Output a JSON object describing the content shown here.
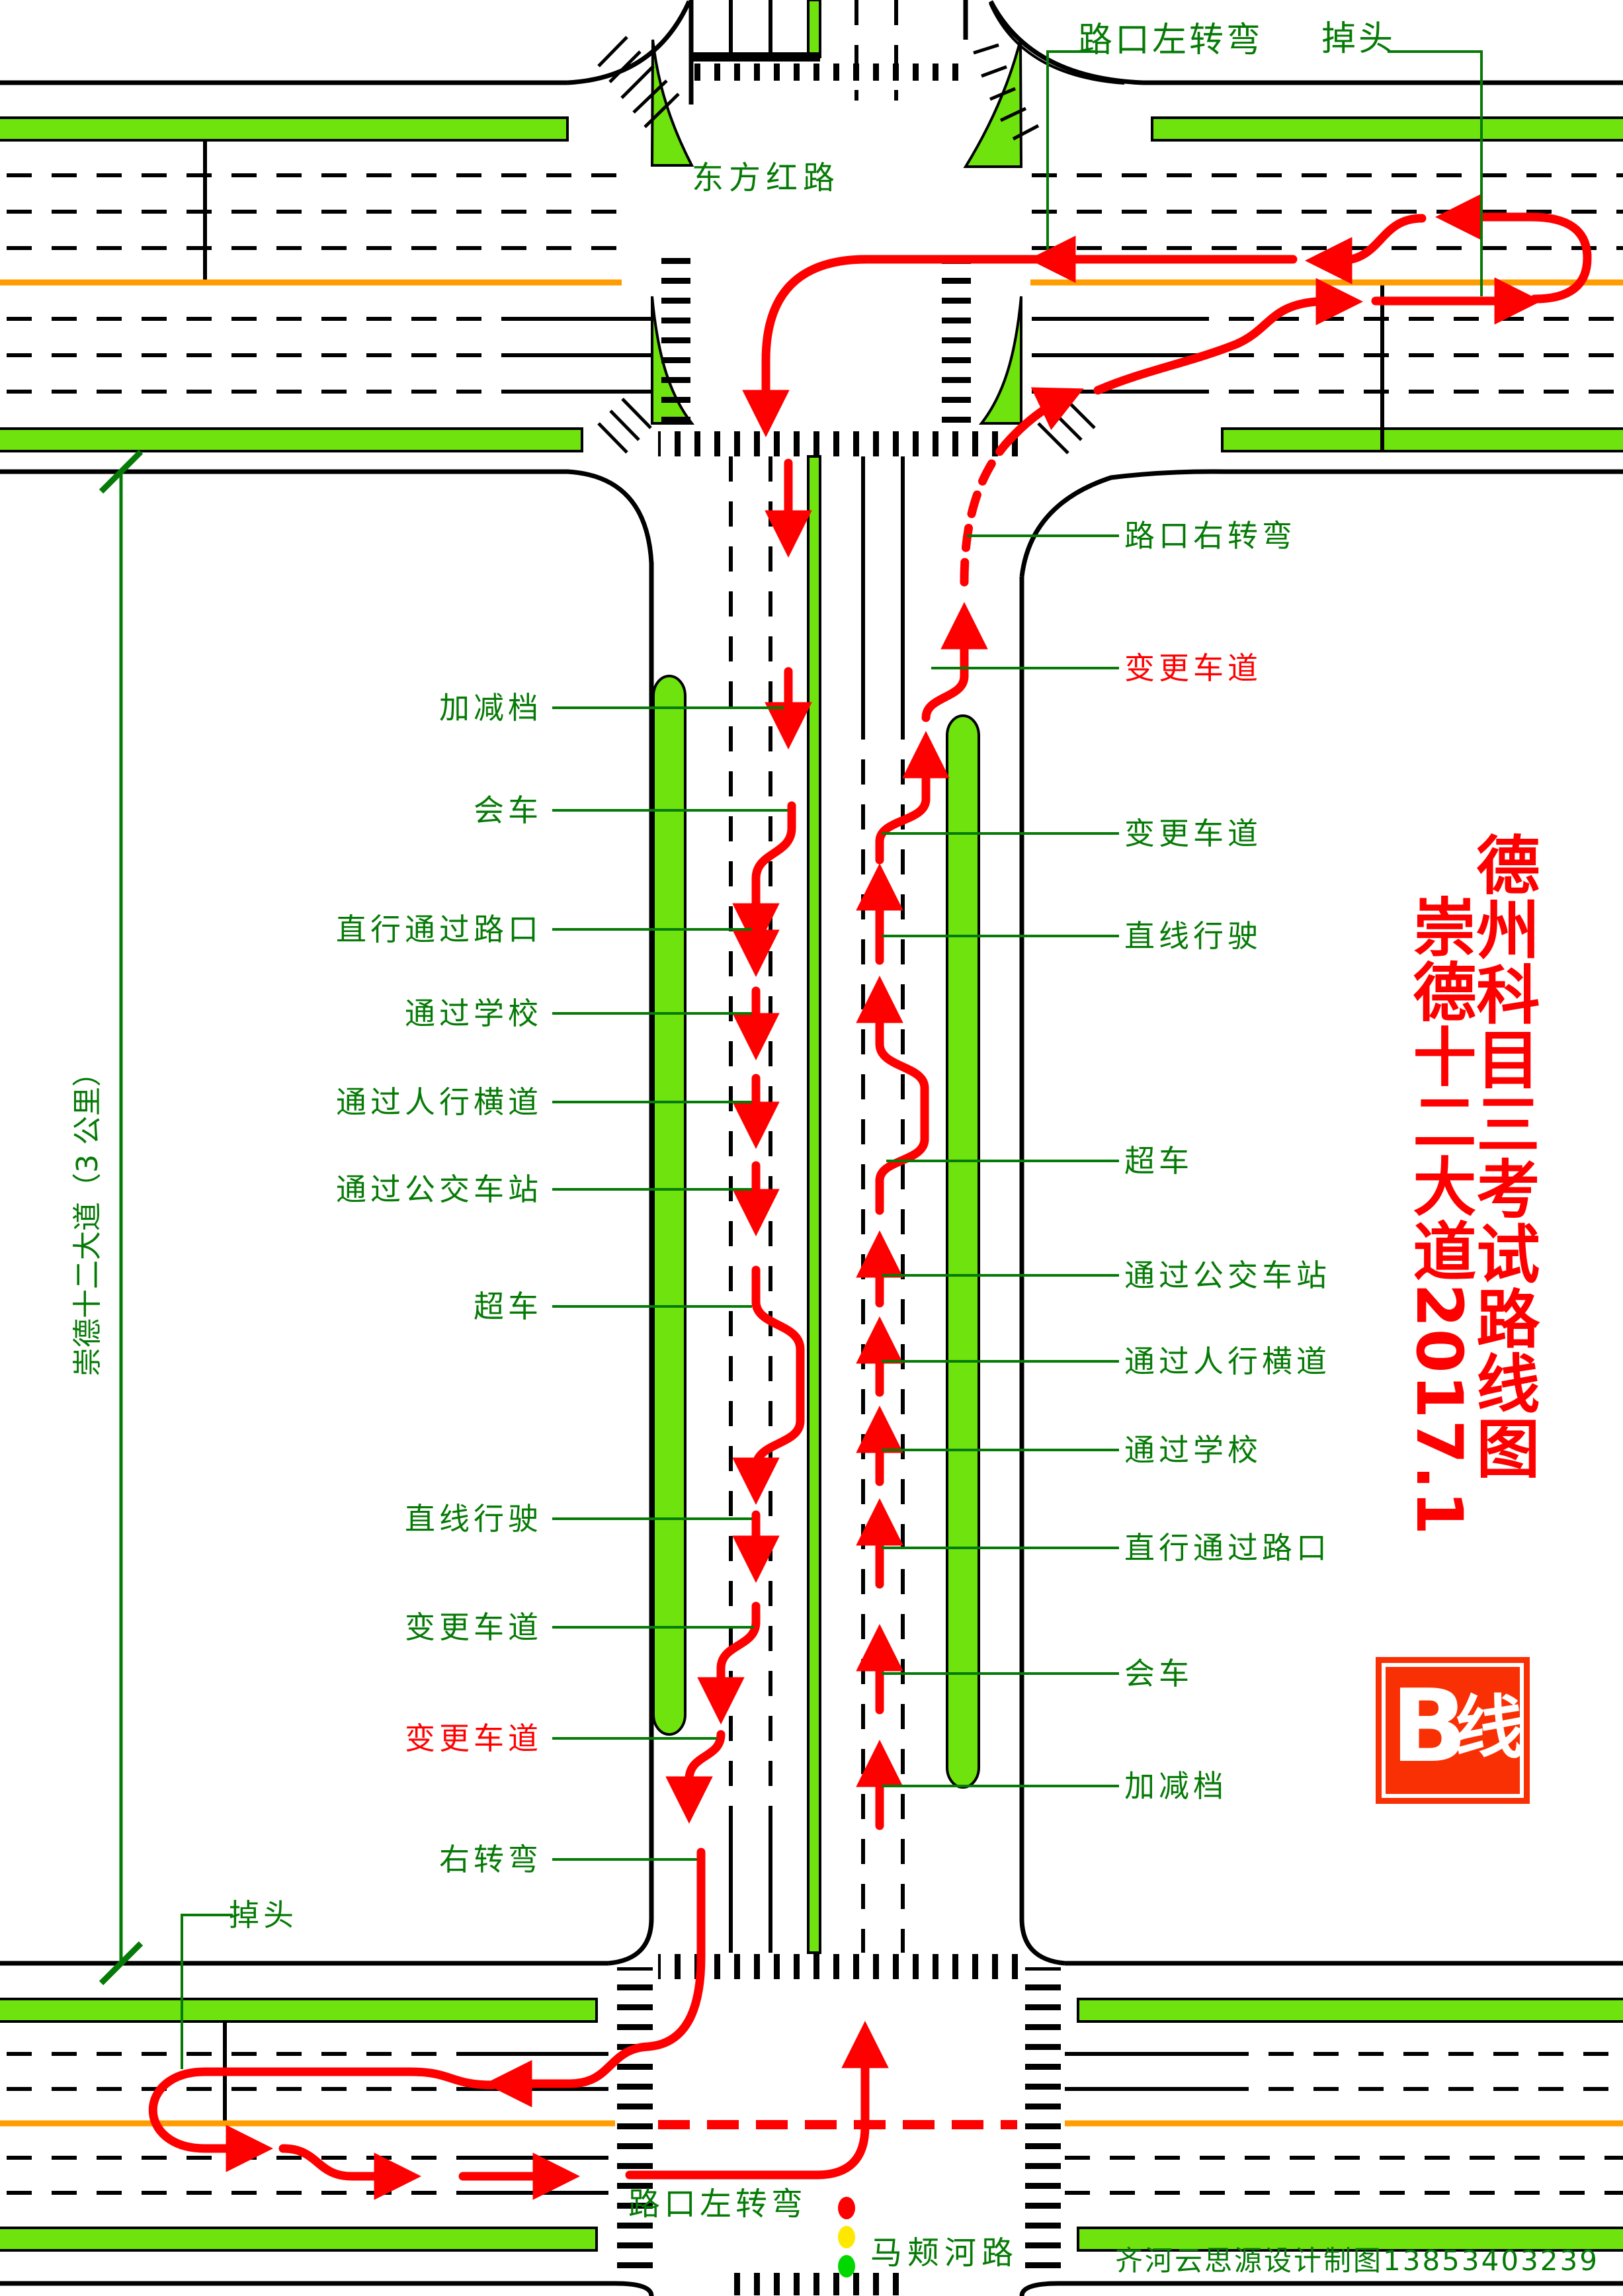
{
  "title": {
    "line1": "德州科目三考试路线图",
    "line2": "崇德十二大道2017.1",
    "color": "#FF0000"
  },
  "roads": {
    "top_road": "东方红路",
    "bottom_road": "马颊河路",
    "dimension_note": "崇德十二大道（3 公里）"
  },
  "badge": {
    "letter": "B",
    "suffix": "线",
    "bg_color": "#FA3005",
    "text_color": "#FFFFFF"
  },
  "credit": "齐河云思源设计制图13853403239",
  "top_labels": {
    "corner_left_turn": "路口左转弯",
    "u_turn": "掉头"
  },
  "bottom_labels": {
    "corner_left_turn": "路口左转弯",
    "u_turn": "掉头"
  },
  "left_labels": [
    {
      "text": "加减档",
      "color": "#067A06"
    },
    {
      "text": "会车",
      "color": "#067A06"
    },
    {
      "text": "直行通过路口",
      "color": "#067A06"
    },
    {
      "text": "通过学校",
      "color": "#067A06"
    },
    {
      "text": "通过人行横道",
      "color": "#067A06"
    },
    {
      "text": "通过公交车站",
      "color": "#067A06"
    },
    {
      "text": "超车",
      "color": "#067A06"
    },
    {
      "text": "直线行驶",
      "color": "#067A06"
    },
    {
      "text": "变更车道",
      "color": "#067A06"
    },
    {
      "text": "变更车道",
      "color": "#FF0000"
    },
    {
      "text": "右转弯",
      "color": "#067A06"
    }
  ],
  "right_labels": [
    {
      "text": "路口右转弯",
      "color": "#067A06"
    },
    {
      "text": "变更车道",
      "color": "#FF0000"
    },
    {
      "text": "变更车道",
      "color": "#067A06"
    },
    {
      "text": "直线行驶",
      "color": "#067A06"
    },
    {
      "text": "超车",
      "color": "#067A06"
    },
    {
      "text": "通过公交车站",
      "color": "#067A06"
    },
    {
      "text": "通过人行横道",
      "color": "#067A06"
    },
    {
      "text": "通过学校",
      "color": "#067A06"
    },
    {
      "text": "直行通过路口",
      "color": "#067A06"
    },
    {
      "text": "会车",
      "color": "#067A06"
    },
    {
      "text": "加减档",
      "color": "#067A06"
    }
  ],
  "traffic_light": {
    "colors": [
      "#FF0000",
      "#FFE800",
      "#00D800"
    ]
  },
  "palette": {
    "grass_green": "#6FE30D",
    "label_green": "#067A06",
    "route_red": "#FF0000",
    "center_orange": "#FF9D00",
    "road_line": "#000000"
  }
}
